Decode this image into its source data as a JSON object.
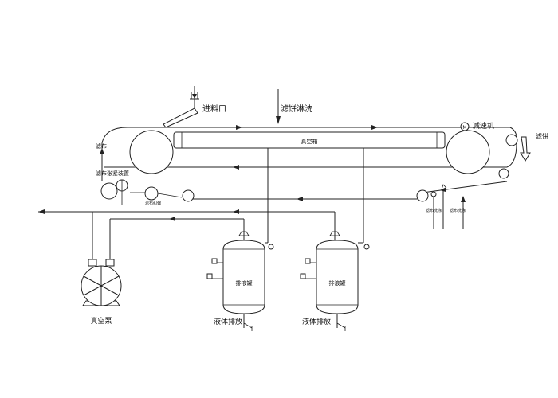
{
  "labels": {
    "feed_inlet": "进料口",
    "cake_wash": "滤饼淋洗",
    "reducer": "减速机",
    "reducer_symbol": "M",
    "filter_cake": "滤饼",
    "filter_cloth": "滤布",
    "vacuum_box": "真空箱",
    "cloth_tensioner": "滤布张紧装置",
    "cloth_corrector": "滤布纠偏",
    "cloth_wash_1": "滤布洗涤",
    "cloth_wash_2": "滤布洗涤",
    "drain_tank_1": "排液罐",
    "drain_tank_2": "排液罐",
    "liquid_discharge_1": "液体排放",
    "liquid_discharge_2": "液体排放",
    "vacuum_pump": "真空泵"
  },
  "colors": {
    "line": "#222222",
    "background": "#ffffff"
  }
}
